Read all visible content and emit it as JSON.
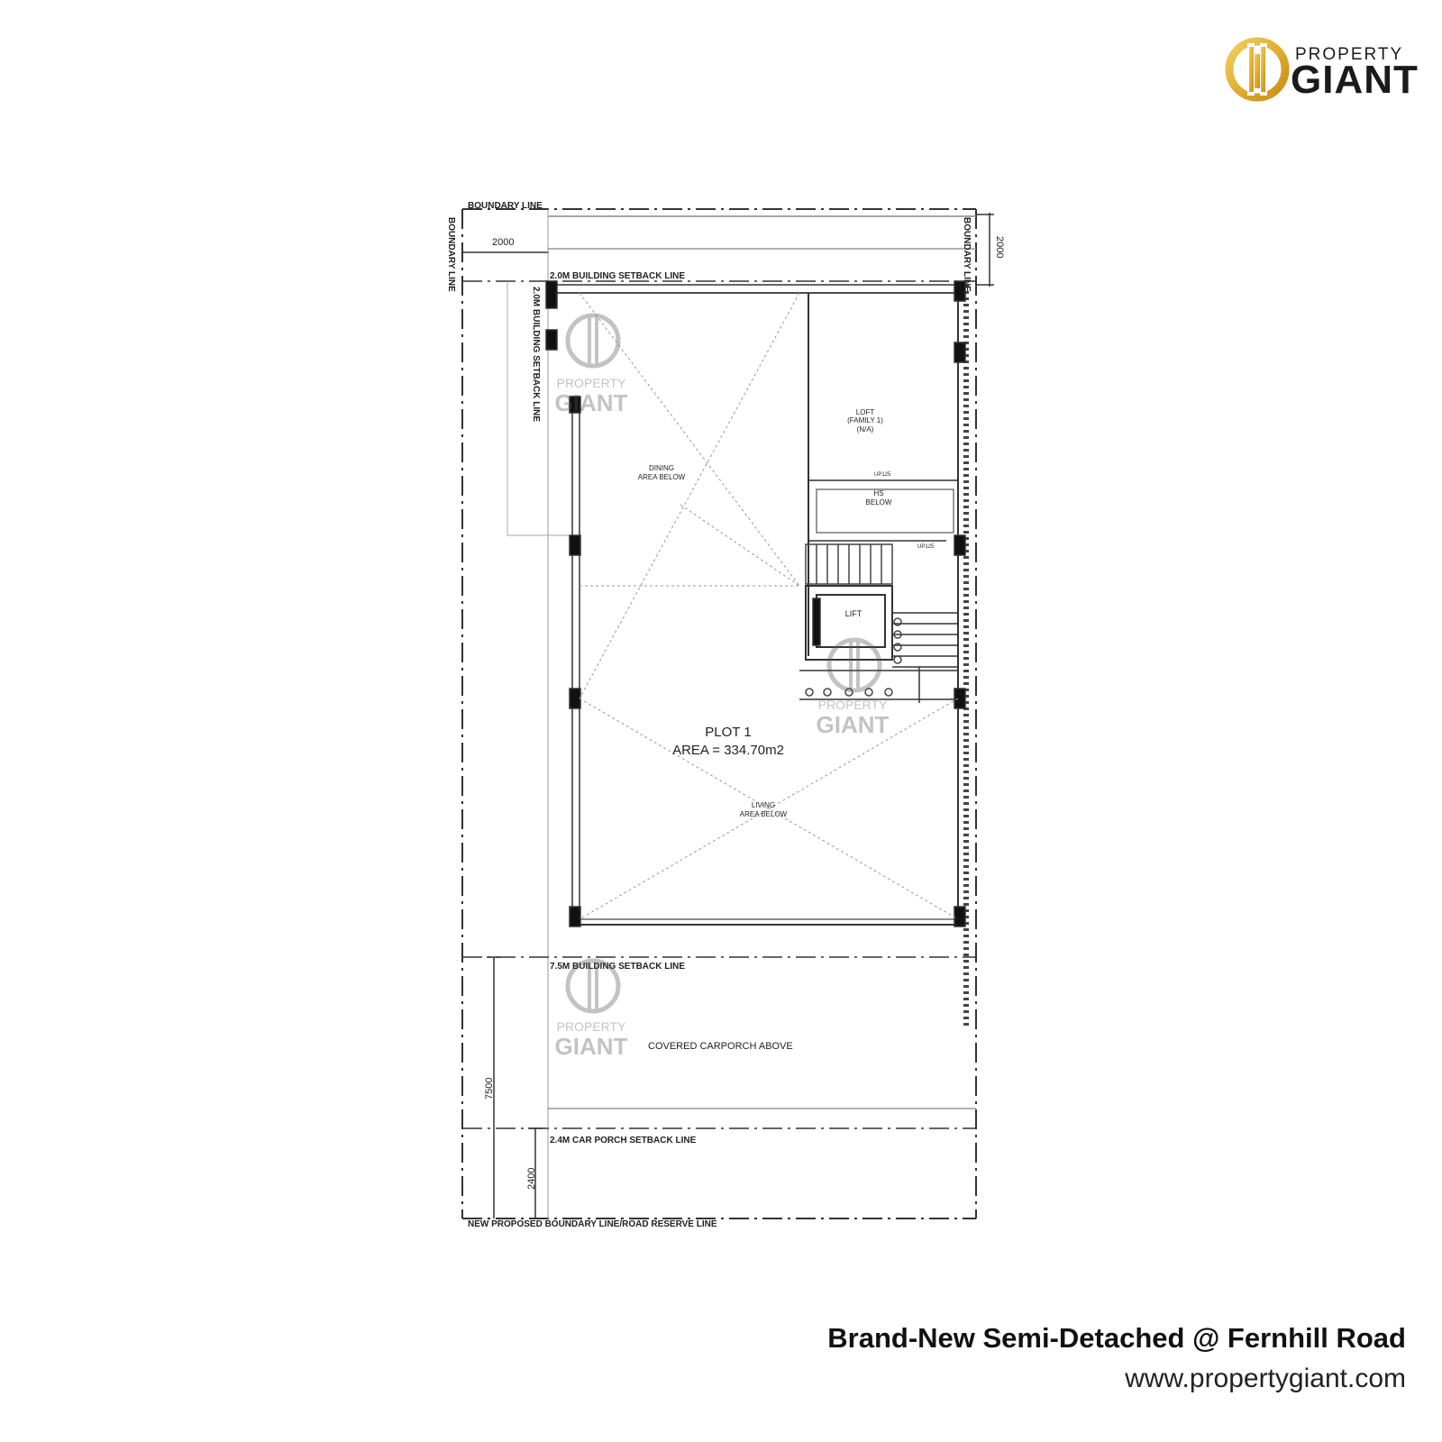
{
  "brand": {
    "name_top": "PROPERTY",
    "name_main": "GIANT",
    "gold": "#D8A31F",
    "gold_light": "#F0C94A"
  },
  "plan": {
    "boundary_line": "BOUNDARY LINE",
    "boundary_left": "BOUNDARY LINE",
    "boundary_right": "BOUNDARY LINE",
    "dim_top_2000": "2000",
    "dim_right_2000": "2000",
    "setback_top": "2.0M BUILDING SETBACK LINE",
    "setback_side": "2.0M BUILDING SETBACK LINE",
    "loft_label": "LOFT",
    "loft_sub": "(FAMILY 1)",
    "loft_na": "(N/A)",
    "up_125_a": "UP125",
    "hs_label": "HS",
    "hs_below": "BELOW",
    "up_125_b": "UP125",
    "dining_label": "DINING",
    "dining_sub": "AREA BELOW",
    "lift_label": "LIFT",
    "plot_label": "PLOT 1",
    "area_label": "AREA = 334.70m2",
    "living_label": "LIVING",
    "living_sub": "AREA BELOW",
    "setback_7_5": "7.5M BUILDING SETBACK LINE",
    "carporch": "COVERED CARPORCH ABOVE",
    "dim_7500": "7500",
    "setback_2_4": "2.4M CAR PORCH SETBACK LINE",
    "dim_2400": "2400",
    "bottom_boundary": "NEW PROPOSED BOUNDARY LINE/ROAD RESERVE LINE"
  },
  "watermark": {
    "top": "PROPERTY",
    "main": "GIANT"
  },
  "caption": {
    "title": "Brand-New Semi-Detached @ Fernhill Road",
    "url": "www.propertygiant.com"
  }
}
